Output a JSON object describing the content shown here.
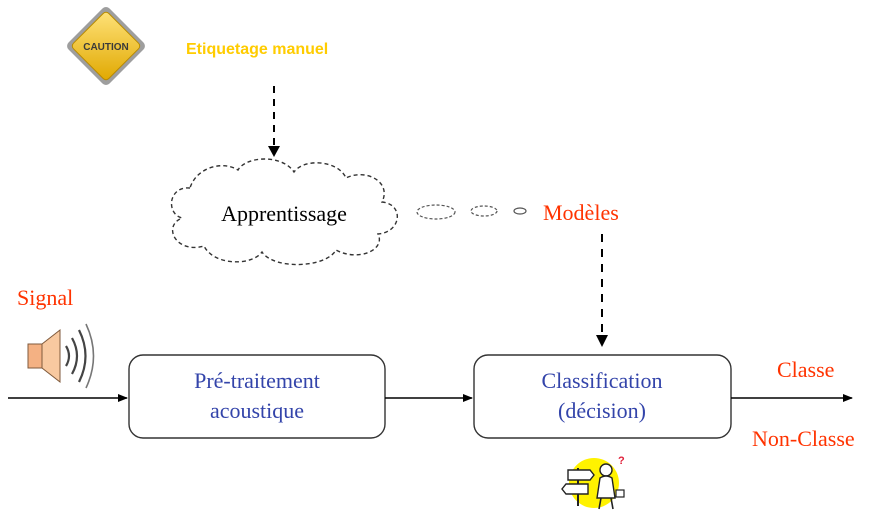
{
  "colors": {
    "accent_red": "#FF3300",
    "accent_yellow": "#FFCC00",
    "box_text": "#3344AA",
    "line": "#000000",
    "caution_fill": "#F2C230",
    "caution_text": "#3A3A3A"
  },
  "icons": {
    "caution": "caution-sign-icon",
    "speaker": "speaker-icon",
    "decision": "decision-signpost-icon"
  },
  "caution_sign": {
    "label": "CAUTION"
  },
  "labels": {
    "etiquetage": "Etiquetage manuel",
    "apprentissage": "Apprentissage",
    "modeles": "Modèles",
    "signal": "Signal",
    "classe": "Classe",
    "non_classe": "Non-Classe"
  },
  "boxes": {
    "pretraitement": {
      "line1": "Pré-traitement",
      "line2": "acoustique"
    },
    "classification": {
      "line1": "Classification",
      "line2": "(décision)"
    }
  }
}
